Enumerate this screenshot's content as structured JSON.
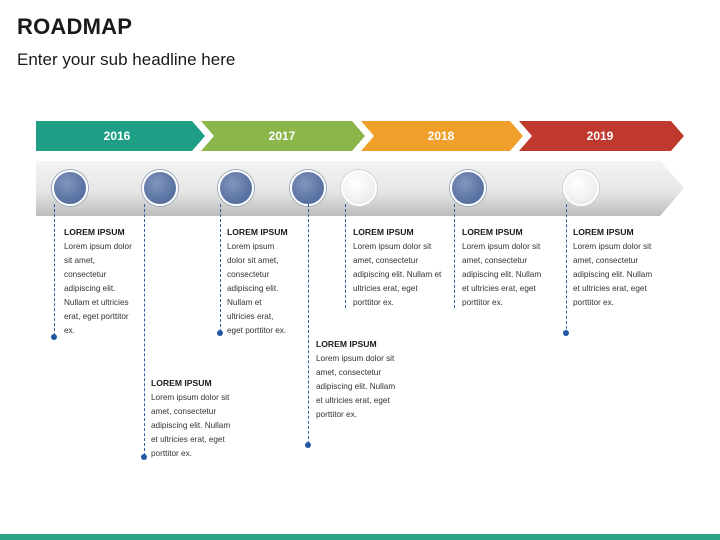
{
  "header": {
    "title": "ROADMAP",
    "subtitle": "Enter your sub headline here"
  },
  "years": [
    {
      "label": "2016",
      "color": "#1f9e86"
    },
    {
      "label": "2017",
      "color": "#8ab64a"
    },
    {
      "label": "2018",
      "color": "#f0a02a"
    },
    {
      "label": "2019",
      "color": "#c0392f"
    }
  ],
  "items": [
    {
      "title": "LOREM IPSUM",
      "body": "Lorem ipsum dolor\nsit amet,\nconsectetur\nadipiscing elit.\nNullam et ultricies\nerat, eget porttitor\nex.",
      "status": "done"
    },
    {
      "title": "LOREM IPSUM",
      "body": "Lorem ipsum dolor sit\namet, consectetur\nadipiscing elit. Nullam\net ultricies erat, eget\nporttitor ex.",
      "status": "done"
    },
    {
      "title": "LOREM IPSUM",
      "body": "Lorem ipsum\ndolor sit amet,\nconsectetur\nadipiscing elit.\nNullam et\nultricies erat,\neget porttitor ex.",
      "status": "done"
    },
    {
      "title": "LOREM IPSUM",
      "body": "Lorem ipsum dolor sit\namet, consectetur\nadipiscing elit. Nullam\net ultricies erat, eget\nporttitor ex.",
      "status": "done"
    },
    {
      "title": "LOREM IPSUM",
      "body": "Lorem ipsum dolor sit\namet, consectetur\nadipiscing elit. Nullam et\nultricies erat, eget\nporttitor ex.",
      "status": "pending"
    },
    {
      "title": "LOREM IPSUM",
      "body": "Lorem ipsum dolor sit\namet, consectetur\nadipiscing elit. Nullam\net ultricies erat, eget\nporttitor ex.",
      "status": "done"
    },
    {
      "title": "LOREM IPSUM",
      "body": "Lorem ipsum dolor sit\namet, consectetur\nadipiscing elit. Nullam\net ultricies erat, eget\nporttitor ex.",
      "status": "pending"
    }
  ]
}
